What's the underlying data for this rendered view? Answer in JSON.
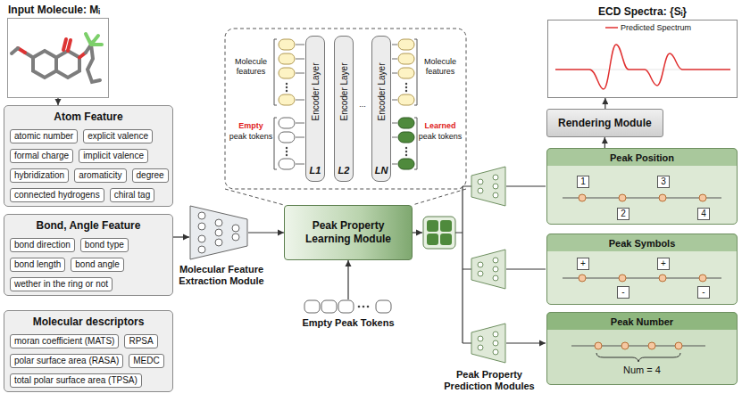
{
  "diagram": {
    "nodes": [
      {
        "text": [
          "Input Molecule: Mᵢ"
        ]
      },
      {
        "text": [
          "Atom Feature"
        ]
      },
      {
        "text": [
          "atomic number"
        ],
        "in": 1
      },
      {
        "text": [
          "explicit valence"
        ],
        "in": 1
      },
      {
        "text": [
          "formal charge"
        ],
        "in": 1
      },
      {
        "text": [
          "implicit valence"
        ],
        "in": 1
      },
      {
        "text": [
          "hybridization"
        ],
        "in": 1
      },
      {
        "text": [
          "aromaticity"
        ],
        "in": 1
      },
      {
        "text": [
          "degree"
        ],
        "in": 1
      },
      {
        "text": [
          "connected hydrogens"
        ],
        "in": 1
      },
      {
        "text": [
          "chiral tag"
        ],
        "in": 1
      },
      {
        "text": [
          "Bond, Angle Feature"
        ]
      },
      {
        "text": [
          "bond direction"
        ],
        "in": 11
      },
      {
        "text": [
          "bond type"
        ],
        "in": 11
      },
      {
        "text": [
          "bond length"
        ],
        "in": 11
      },
      {
        "text": [
          "bond angle"
        ],
        "in": 11
      },
      {
        "text": [
          "wether in the ring or not"
        ],
        "in": 11
      },
      {
        "text": [
          "Molecular descriptors"
        ]
      },
      {
        "text": [
          "moran coefficient (MATS)"
        ],
        "in": 17
      },
      {
        "text": [
          "RPSA"
        ],
        "in": 17
      },
      {
        "text": [
          "polar surface area (RASA)"
        ],
        "in": 17
      },
      {
        "text": [
          "MEDC"
        ],
        "in": 17
      },
      {
        "text": [
          "total polar surface area (TPSA)"
        ],
        "in": 17
      },
      {
        "text": [
          "Molecular Feature Extraction Module"
        ]
      },
      {
        "text": [
          "Peak Property Learning Module"
        ]
      },
      {
        "text": [
          "Empty Peak Tokens"
        ]
      },
      {
        "text": [
          "Encoder Layer",
          "L1"
        ]
      },
      {
        "text": [
          "Encoder Layer",
          "L2"
        ]
      },
      {
        "text": [
          "Encoder Layer",
          "LN"
        ]
      },
      {
        "text": [
          "ECD Spectra: {Sᵢ}"
        ]
      },
      {
        "text": [
          "Rendering Module"
        ]
      },
      {
        "text": [
          "Peak Position"
        ]
      },
      {
        "text": [
          "1"
        ],
        "in": 31
      },
      {
        "text": [
          "2"
        ],
        "in": 31
      },
      {
        "text": [
          "3"
        ],
        "in": 31
      },
      {
        "text": [
          "4"
        ],
        "in": 31
      },
      {
        "text": [
          "Peak Symbols"
        ]
      },
      {
        "text": [
          "+"
        ],
        "in": 36
      },
      {
        "text": [
          "-"
        ],
        "in": 36
      },
      {
        "text": [
          "+"
        ],
        "in": 36
      },
      {
        "text": [
          "-"
        ],
        "in": 36
      },
      {
        "text": [
          "Peak Number",
          "Num = 4"
        ]
      }
    ],
    "edges": [
      {
        "from": 0,
        "to": 1,
        "arrow": "to"
      },
      {
        "from": 11,
        "to": 23,
        "arrow": "to"
      },
      {
        "from": 23,
        "to": 24,
        "arrow": "to"
      },
      {
        "from": 25,
        "to": 24,
        "arrow": "to"
      },
      {
        "from": 31,
        "to": 30,
        "arrow": "to"
      },
      {
        "from": 30,
        "to": 29,
        "arrow": "to"
      }
    ],
    "labels": [
      "Molecule features",
      "Empty",
      "peak tokens",
      "...",
      "Molecule features",
      "Learned",
      "peak tokens",
      "Peak Property Prediction Modules"
    ],
    "legend": [
      {
        "text": "Predicted Spectrum"
      }
    ]
  }
}
